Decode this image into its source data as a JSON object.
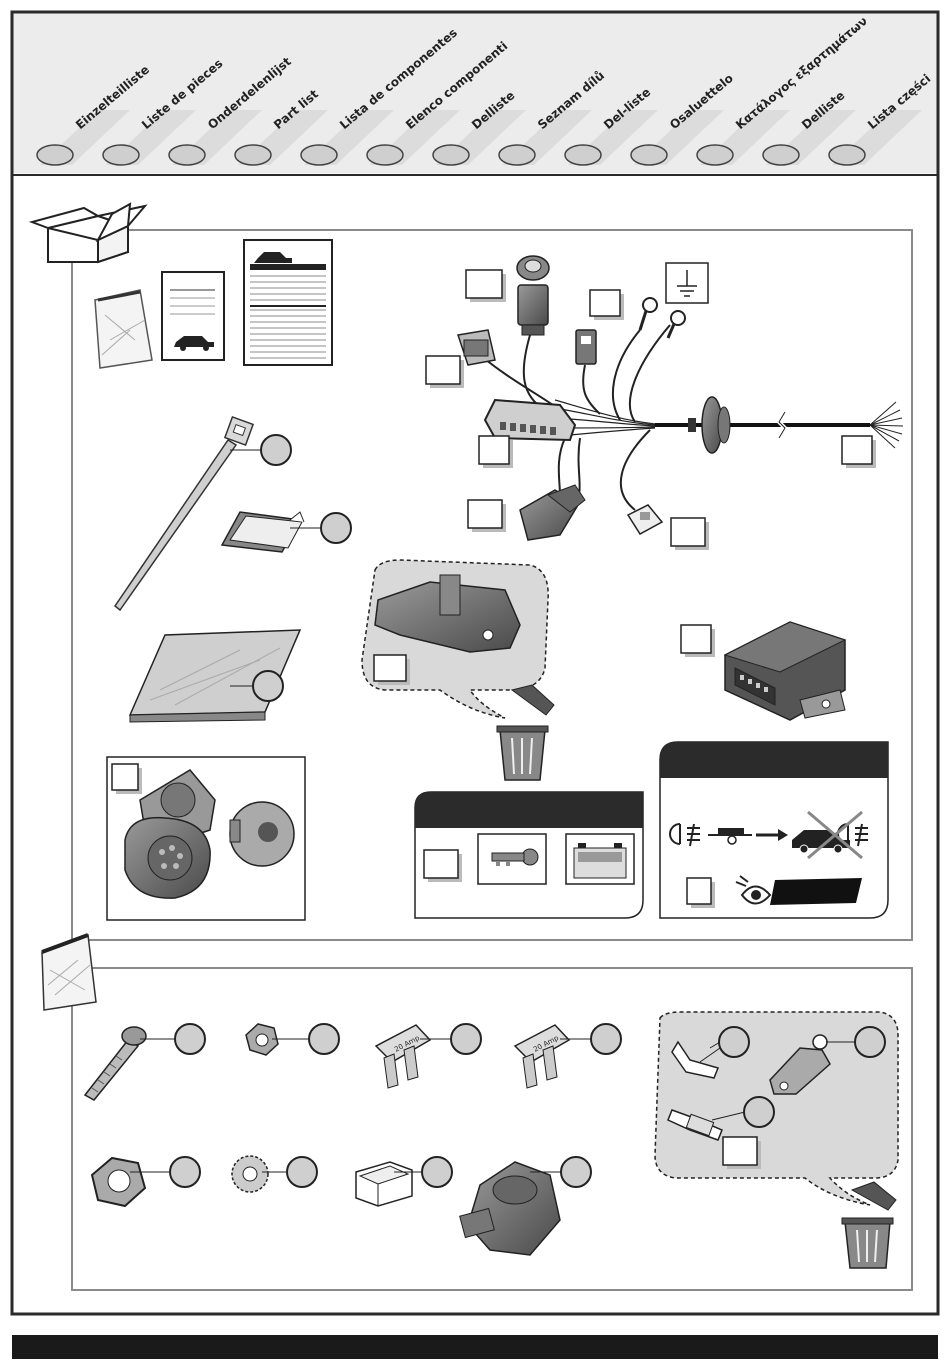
{
  "parts_list_labels": [
    "Einzelteilliste",
    "Liste de pieces",
    "Onderdelenlijst",
    "Part list",
    "Lista de componentes",
    "Elenco componenti",
    "Delliste",
    "Seznam dílů",
    "Del-liste",
    "Osaluettelo",
    "Κατάλογος εξαρτημάτων",
    "Delliste",
    "Lista części"
  ],
  "fuse_label": "20 Amp",
  "icons": {
    "box": "cardboard-box-icon",
    "bag": "plastic-bag-icon",
    "trash": "waste-bin-icon",
    "key": "ignition-key-icon",
    "battery": "battery-icon",
    "eye": "eye-icon",
    "fog_lamp": "rear-fog-lamp-icon",
    "ground": "ground-symbol-icon"
  },
  "colors": {
    "panel_border": "#8a8a8a",
    "header_bg": "#e9e9e9",
    "dark_banner": "#2b2b2b",
    "circle_fill": "#cfcfcf",
    "bubble_fill": "#d9d9d9"
  }
}
